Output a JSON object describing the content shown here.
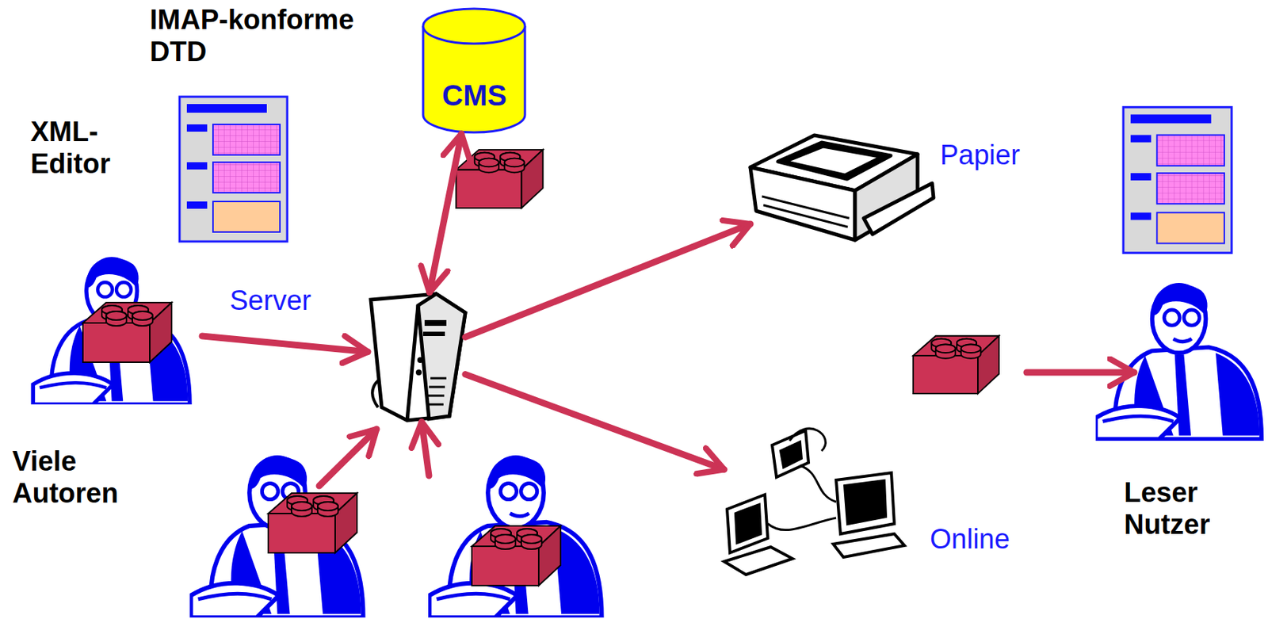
{
  "diagram": {
    "nodes": [
      {
        "text": [
          "CMS"
        ]
      },
      {
        "text": [
          "Server"
        ]
      },
      {
        "text": [
          "Viele Autoren"
        ]
      },
      {
        "text": [
          "Papier"
        ]
      },
      {
        "text": [
          "Online"
        ]
      },
      {
        "text": [
          "Leser Nutzer"
        ]
      }
    ],
    "edges": [
      {
        "from": 2,
        "to": 1,
        "arrow": "to"
      },
      {
        "from": 1,
        "to": 0,
        "arrow": "both"
      },
      {
        "from": 1,
        "to": 3,
        "arrow": "to"
      },
      {
        "from": 1,
        "to": 4,
        "arrow": "to"
      }
    ],
    "labels": [
      "IMAP-konforme DTD",
      "XML-Editor"
    ]
  }
}
